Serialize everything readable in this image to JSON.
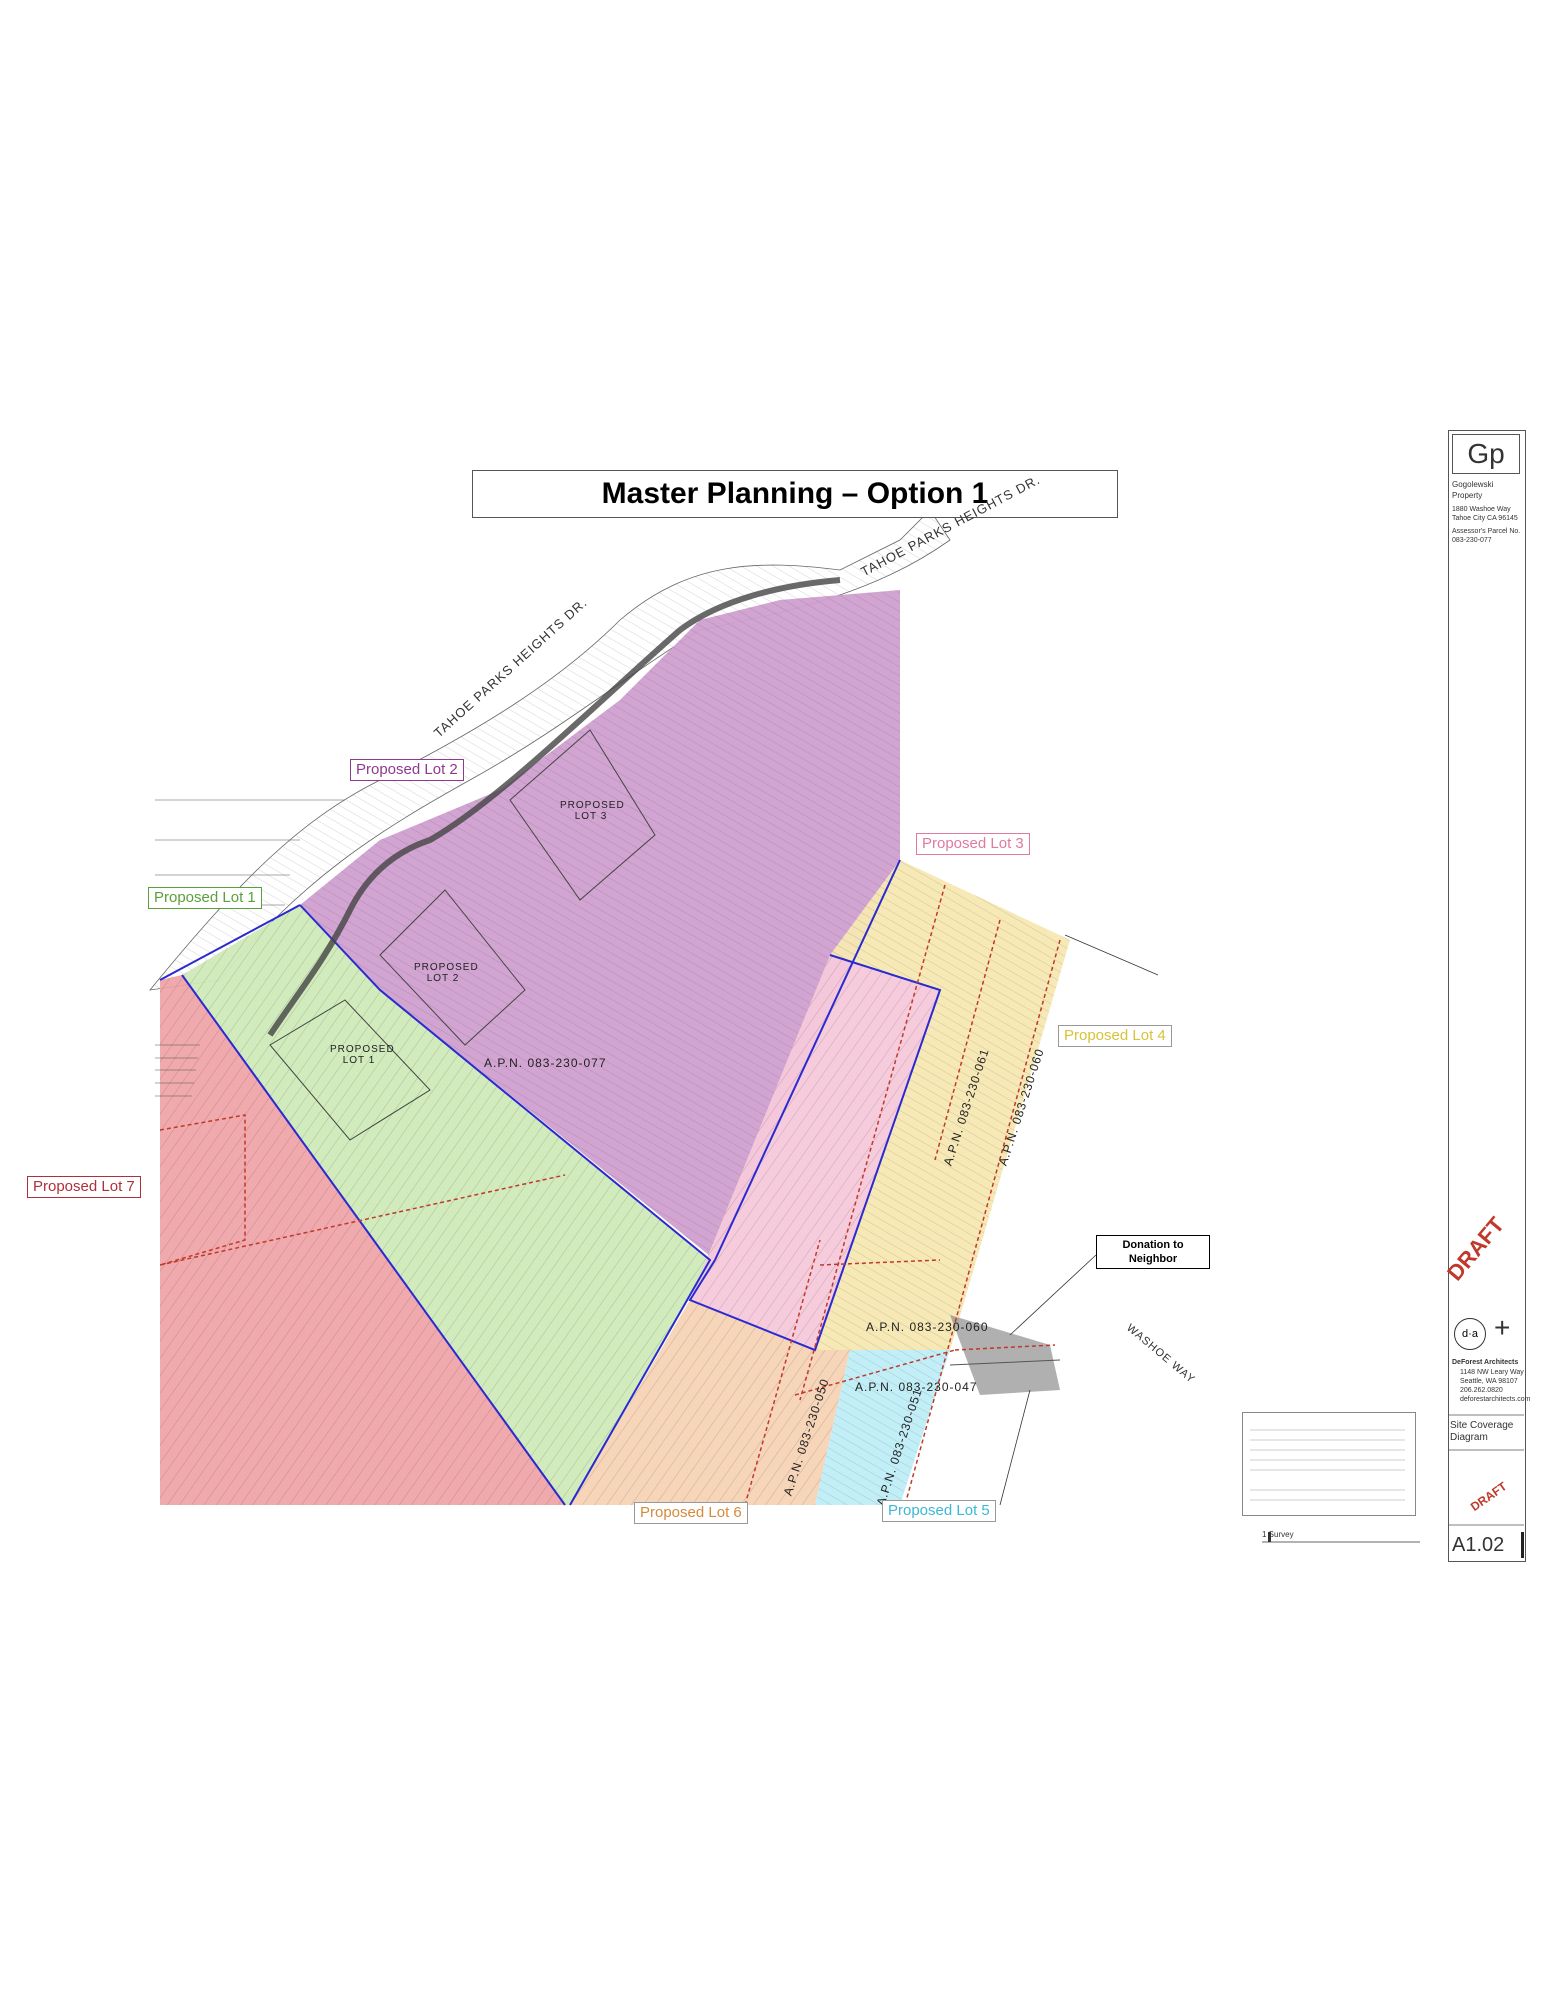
{
  "title": "Master Planning – Option 1",
  "lots": [
    {
      "id": "lot1",
      "label": "Proposed Lot 1",
      "color": "#5aa03a",
      "fill": "#cfeab8"
    },
    {
      "id": "lot2",
      "label": "Proposed Lot 2",
      "color": "#8e3a8e",
      "fill": "#cf9fcf"
    },
    {
      "id": "lot3",
      "label": "Proposed Lot 3",
      "color": "#e07aa0",
      "fill": "#f6c9da"
    },
    {
      "id": "lot4",
      "label": "Proposed Lot 4",
      "color": "#d9c23a",
      "fill": "#f7e8b2"
    },
    {
      "id": "lot5",
      "label": "Proposed Lot 5",
      "color": "#3ab8d6",
      "fill": "#bfeef7"
    },
    {
      "id": "lot6",
      "label": "Proposed Lot 6",
      "color": "#d58a3a",
      "fill": "#f7d3b5"
    },
    {
      "id": "lot7",
      "label": "Proposed Lot 7",
      "color": "#b0303a",
      "fill": "#eea0a4"
    }
  ],
  "streets": {
    "tahoe_parks_heights_1": "TAHOE PARKS HEIGHTS DR.",
    "tahoe_parks_heights_2": "TAHOE PARKS HEIGHTS DR.",
    "washoe_way": "WASHOE WAY"
  },
  "apns": {
    "main": "A.P.N. 083-230-077",
    "a061": "A.P.N. 083-230-061",
    "a060_v": "A.P.N. 083-230-060",
    "a060_h": "A.P.N. 083-230-060",
    "a047": "A.P.N. 083-230-047",
    "a050": "A.P.N. 083-230-050",
    "a051": "A.P.N. 083-230-051"
  },
  "proposed_footprints": {
    "lot1": "PROPOSED LOT 1",
    "lot2": "PROPOSED LOT 2",
    "lot3": "PROPOSED LOT 3"
  },
  "donation": "Donation to Neighbor",
  "title_block": {
    "logo": "Gp",
    "project_line1": "Gogolewski",
    "project_line2": "Property",
    "address1": "1880 Washoe Way",
    "address2": "Tahoe City CA 96145",
    "parcel_label": "Assessor's Parcel No.",
    "parcel_no": "083-230-077",
    "draft": "DRAFT",
    "firm_mark": "d·a",
    "firm_name": "DeForest Architects",
    "firm_addr1": "1148 NW Leary Way",
    "firm_addr2": "Seattle, WA 98107",
    "firm_phone": "206.262.0820",
    "firm_web": "deforestarchitects.com",
    "sheet_title_1": "Site Coverage",
    "sheet_title_2": "Diagram",
    "sheet_no": "A1.02"
  },
  "scale_note": "1 Survey",
  "colors": {
    "blue_line": "#2a2ad0",
    "contour": "#555555",
    "red_dash": "#c0392b"
  }
}
